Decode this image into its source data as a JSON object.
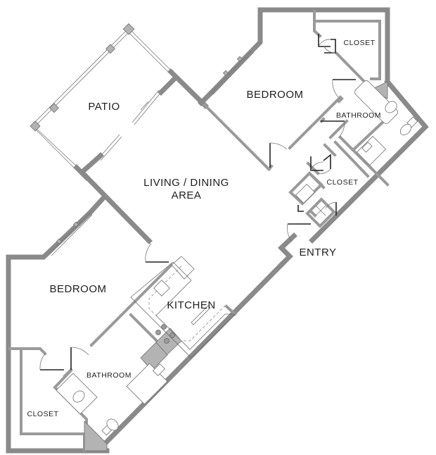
{
  "title": "Floor Plan",
  "colors": {
    "wall_fill": "#b3b3b3",
    "wall_edge": "#6e6e6e",
    "text": "#1e1e1e",
    "background": "#ffffff"
  },
  "rooms": {
    "patio": "PATIO",
    "living_dining_line1": "LIVING / DINING",
    "living_dining_line2": "AREA",
    "bedroom_upper": "BEDROOM",
    "bathroom_upper": "BATHROOM",
    "closet_upper": "CLOSET",
    "closet_middle": "CLOSET",
    "entry": "ENTRY",
    "kitchen": "KITCHEN",
    "bedroom_lower": "BEDROOM",
    "bathroom_lower": "BATHROOM",
    "closet_lower": "CLOSET"
  },
  "icons": {
    "sink": "sink-icon",
    "toilet": "toilet-icon",
    "shower": "shower-icon",
    "stove": "stove-icon",
    "washer": "washer-icon",
    "water_heater": "water-heater-icon",
    "door": "door-swing-icon",
    "window": "window-icon"
  }
}
